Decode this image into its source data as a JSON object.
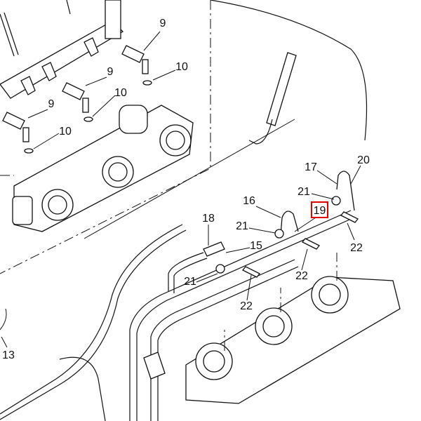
{
  "diagram": {
    "highlight_color": "#e00000",
    "callouts": [
      {
        "id": "c9a",
        "text": "9"
      },
      {
        "id": "c10a",
        "text": "10"
      },
      {
        "id": "c9b",
        "text": "9"
      },
      {
        "id": "c10b",
        "text": "10"
      },
      {
        "id": "c9c",
        "text": "9"
      },
      {
        "id": "c10c",
        "text": "10"
      },
      {
        "id": "c17",
        "text": "17"
      },
      {
        "id": "c20",
        "text": "20"
      },
      {
        "id": "c21a",
        "text": "21"
      },
      {
        "id": "c16",
        "text": "16"
      },
      {
        "id": "c19",
        "text": "19"
      },
      {
        "id": "c18",
        "text": "18"
      },
      {
        "id": "c21b",
        "text": "21"
      },
      {
        "id": "c15",
        "text": "15"
      },
      {
        "id": "c22a",
        "text": "22"
      },
      {
        "id": "c22b",
        "text": "22"
      },
      {
        "id": "c21c",
        "text": "21"
      },
      {
        "id": "c22c",
        "text": "22"
      },
      {
        "id": "c13",
        "text": "13"
      }
    ]
  }
}
